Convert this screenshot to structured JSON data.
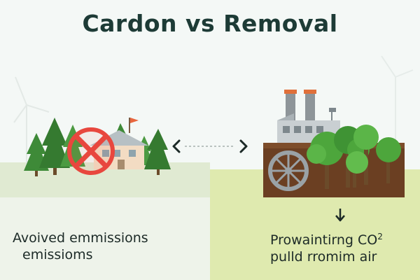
{
  "title": "Cardon vs Removal",
  "left_caption": {
    "line1": "Avoived emmissions",
    "line2": "emissioms"
  },
  "right_caption": {
    "line1_main": "Prowaintirng CO",
    "line1_sup": "2",
    "line2": "pulld rromim air"
  },
  "icons": {
    "no_sign": "prohibited-icon",
    "arrows": "left-right-arrows-icon",
    "down": "down-arrow-icon"
  },
  "colors": {
    "title": "#1d3b36",
    "prohibited": "#e8473e",
    "tree": "#3f8a3a",
    "right_ground": "#dfeaaf",
    "soil": "#6b3f22"
  }
}
